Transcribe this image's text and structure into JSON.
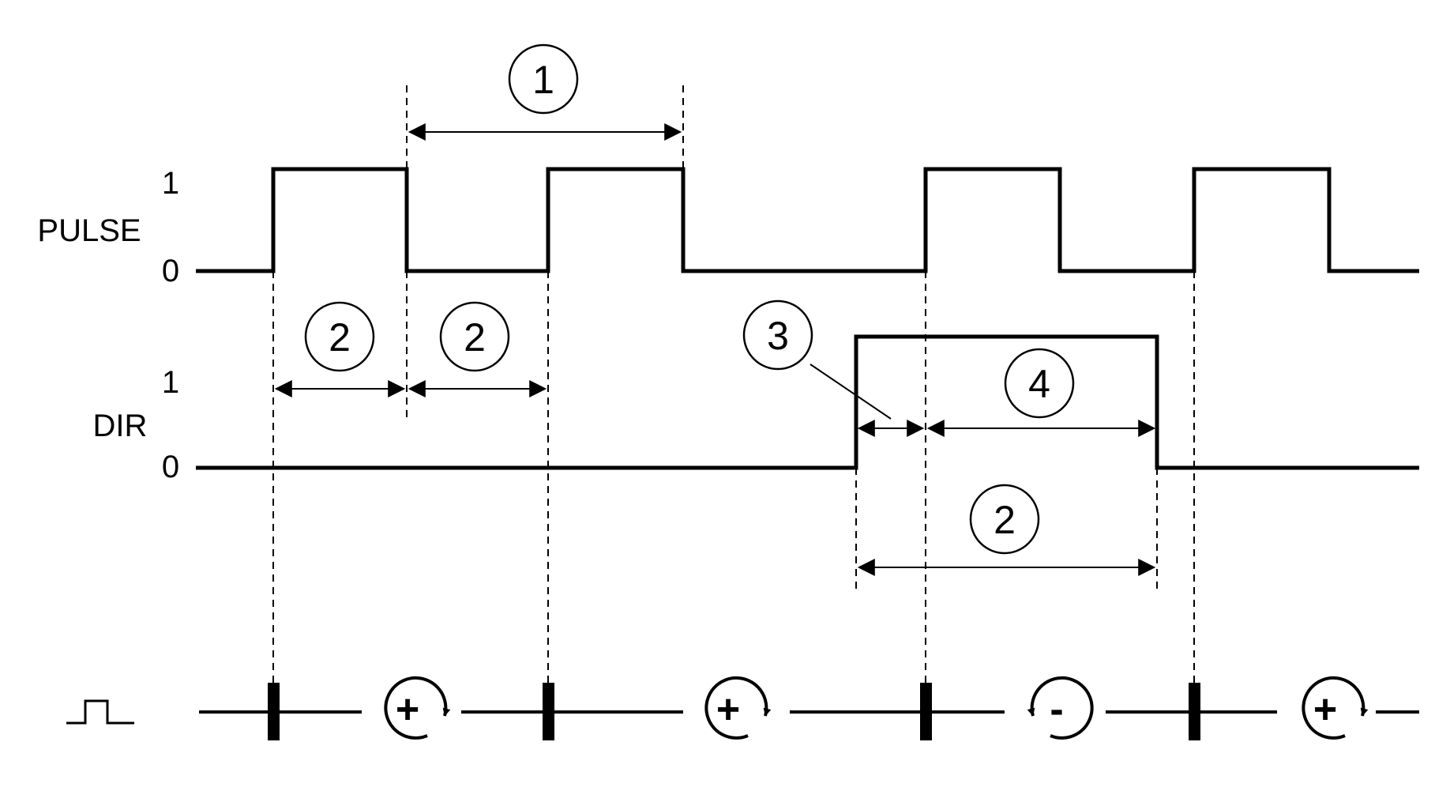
{
  "signals": {
    "pulse": {
      "name": "PULSE",
      "high": "1",
      "low": "0"
    },
    "dir": {
      "name": "DIR",
      "high": "1",
      "low": "0"
    }
  },
  "callouts": [
    "1",
    "2",
    "3",
    "4"
  ],
  "direction_symbols": [
    "+",
    "+",
    "-",
    "+"
  ],
  "legend_icon": "pulse-symbol-icon",
  "colors": {
    "line": "#000000",
    "background": "#ffffff"
  }
}
